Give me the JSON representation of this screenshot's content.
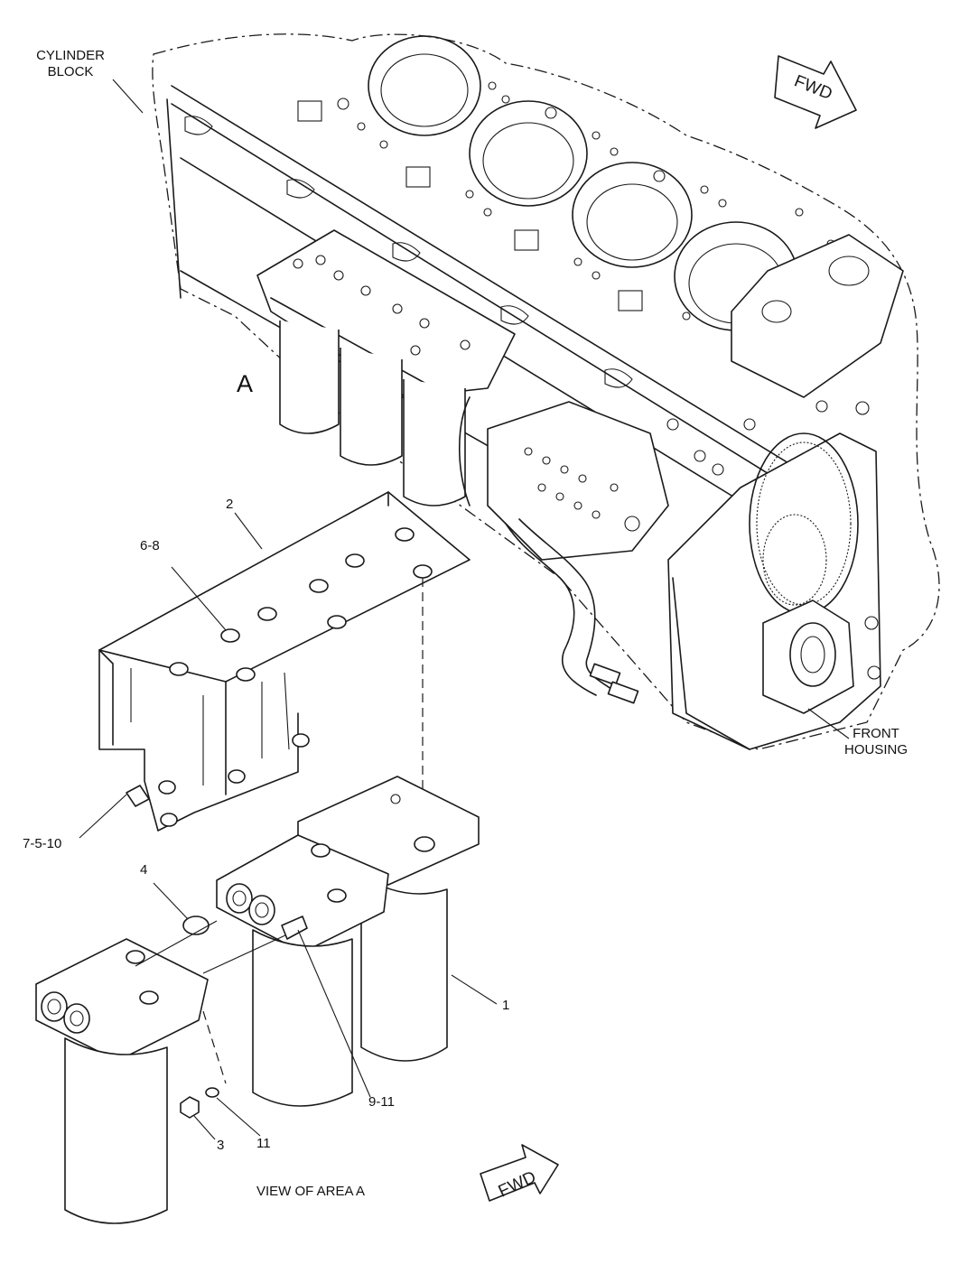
{
  "labels": {
    "cylinder_block": [
      "CYLINDER",
      "BLOCK"
    ],
    "front_housing": [
      "FRONT",
      "HOUSING"
    ],
    "area_marker": "A",
    "view_caption": "VIEW OF AREA A",
    "fwd": "FWD",
    "callouts": {
      "c2": "2",
      "c6_8": "6-8",
      "c7_5_10": "7-5-10",
      "c4": "4",
      "c1": "1",
      "c9_11": "9-11",
      "c3": "3",
      "c11": "11"
    }
  }
}
